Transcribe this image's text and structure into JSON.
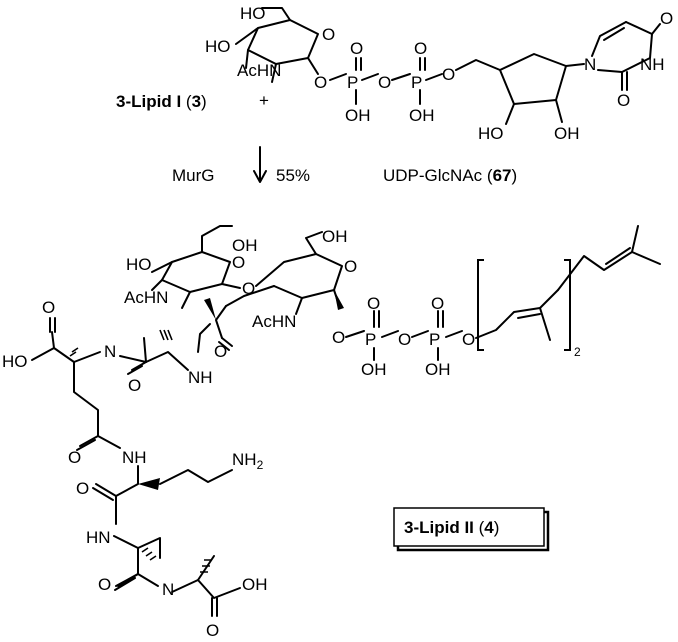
{
  "reaction": {
    "substrate_prefix": "3-Lipid I",
    "substrate_number": "3",
    "plus": "+",
    "enzyme": "MurG",
    "yield": "55%",
    "donor_name": "UDP-GlcNAc",
    "donor_number": "67",
    "product_prefix": "3-Lipid II",
    "product_number": "4"
  },
  "atoms": {
    "ho": "HO",
    "oh": "OH",
    "o": "O",
    "p": "P",
    "n": "N",
    "nh": "NH",
    "hn": "HN",
    "achn": "AcHN",
    "nh2": "NH",
    "nh2_sub": "2",
    "repeat_count": "2"
  }
}
